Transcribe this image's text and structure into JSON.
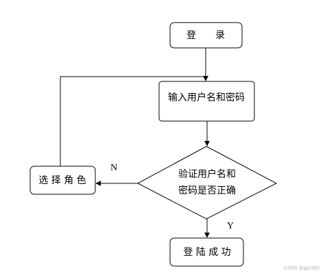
{
  "nodes": {
    "login": "登　　录",
    "input_credentials": "输入用户名和密码",
    "verify_line1": "验证用户名和",
    "verify_line2": "密码是否正确",
    "select_role": "选 择 角 色",
    "login_success": "登 陆 成 功"
  },
  "edge_labels": {
    "no": "N",
    "yes": "Y"
  },
  "watermark": "CSDN @gp1083"
}
